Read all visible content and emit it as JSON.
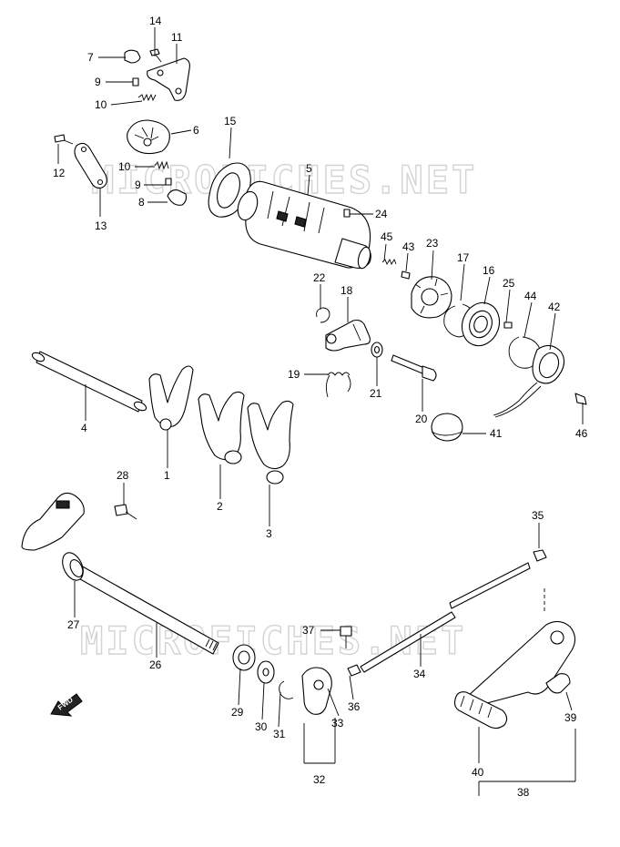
{
  "watermark": "MICROFICHES.NET",
  "fwd_label": "FWD",
  "callouts": [
    {
      "id": "c14",
      "label": "14"
    },
    {
      "id": "c7",
      "label": "7"
    },
    {
      "id": "c11",
      "label": "11"
    },
    {
      "id": "c9a",
      "label": "9"
    },
    {
      "id": "c10a",
      "label": "10"
    },
    {
      "id": "c6",
      "label": "6"
    },
    {
      "id": "c15",
      "label": "15"
    },
    {
      "id": "c12",
      "label": "12"
    },
    {
      "id": "c10b",
      "label": "10"
    },
    {
      "id": "c9b",
      "label": "9"
    },
    {
      "id": "c5",
      "label": "5"
    },
    {
      "id": "c8",
      "label": "8"
    },
    {
      "id": "c13",
      "label": "13"
    },
    {
      "id": "c24",
      "label": "24"
    },
    {
      "id": "c45",
      "label": "45"
    },
    {
      "id": "c43",
      "label": "43"
    },
    {
      "id": "c23",
      "label": "23"
    },
    {
      "id": "c17",
      "label": "17"
    },
    {
      "id": "c16",
      "label": "16"
    },
    {
      "id": "c25",
      "label": "25"
    },
    {
      "id": "c44",
      "label": "44"
    },
    {
      "id": "c42",
      "label": "42"
    },
    {
      "id": "c22",
      "label": "22"
    },
    {
      "id": "c18",
      "label": "18"
    },
    {
      "id": "c19",
      "label": "19"
    },
    {
      "id": "c21",
      "label": "21"
    },
    {
      "id": "c20",
      "label": "20"
    },
    {
      "id": "c41",
      "label": "41"
    },
    {
      "id": "c46",
      "label": "46"
    },
    {
      "id": "c4",
      "label": "4"
    },
    {
      "id": "c1",
      "label": "1"
    },
    {
      "id": "c28",
      "label": "28"
    },
    {
      "id": "c2",
      "label": "2"
    },
    {
      "id": "c3",
      "label": "3"
    },
    {
      "id": "c35",
      "label": "35"
    },
    {
      "id": "c27",
      "label": "27"
    },
    {
      "id": "c37",
      "label": "37"
    },
    {
      "id": "c26",
      "label": "26"
    },
    {
      "id": "c34",
      "label": "34"
    },
    {
      "id": "c29",
      "label": "29"
    },
    {
      "id": "c30",
      "label": "30"
    },
    {
      "id": "c31",
      "label": "31"
    },
    {
      "id": "c36",
      "label": "36"
    },
    {
      "id": "c33",
      "label": "33"
    },
    {
      "id": "c39",
      "label": "39"
    },
    {
      "id": "c32",
      "label": "32"
    },
    {
      "id": "c40",
      "label": "40"
    },
    {
      "id": "c38",
      "label": "38"
    }
  ]
}
